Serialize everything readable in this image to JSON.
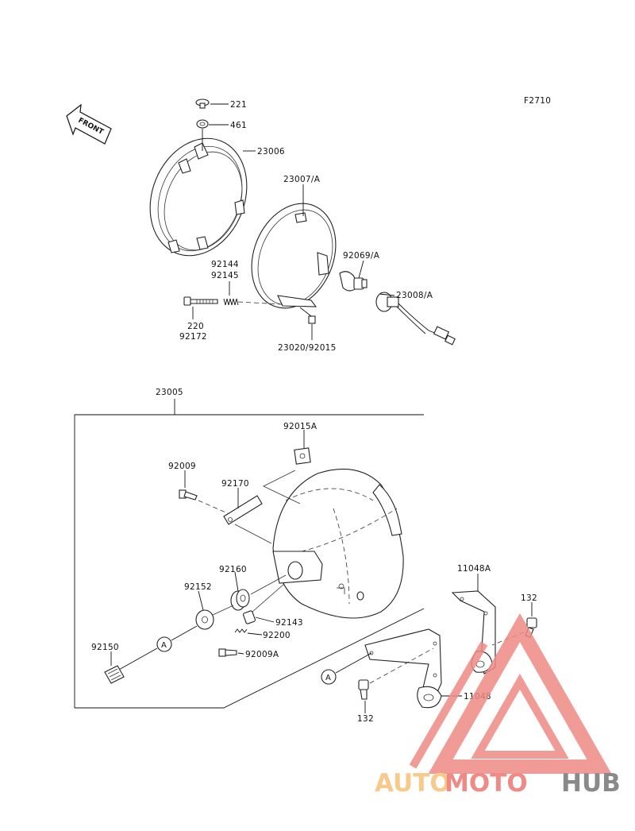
{
  "diagram": {
    "figure_code": "F2710",
    "front_label": "FRONT",
    "assembly_ref": "23005",
    "circle_ref": "A",
    "parts": {
      "p221": "221",
      "p461": "461",
      "p23006": "23006",
      "p23007": "23007/A",
      "p92069": "92069/A",
      "p23008": "23008/A",
      "p92144": "92144",
      "p92145": "92145",
      "p220": "220",
      "p92172": "92172",
      "p23020": "23020/92015",
      "p92015A": "92015A",
      "p92009": "92009",
      "p92170": "92170",
      "p92160": "92160",
      "p92152": "92152",
      "p92143": "92143",
      "p92200": "92200",
      "p92009A": "92009A",
      "p92150": "92150",
      "p11048A": "11048A",
      "p132a": "132",
      "p11048": "11048",
      "p132b": "132"
    }
  },
  "watermark": {
    "word_auto": "AUTO",
    "word_moto": "MOTO",
    "word_hub": "HUB",
    "color_light": "#f7c98b",
    "color_red": "#ef8a86",
    "color_dark": "#8a8a8a"
  }
}
